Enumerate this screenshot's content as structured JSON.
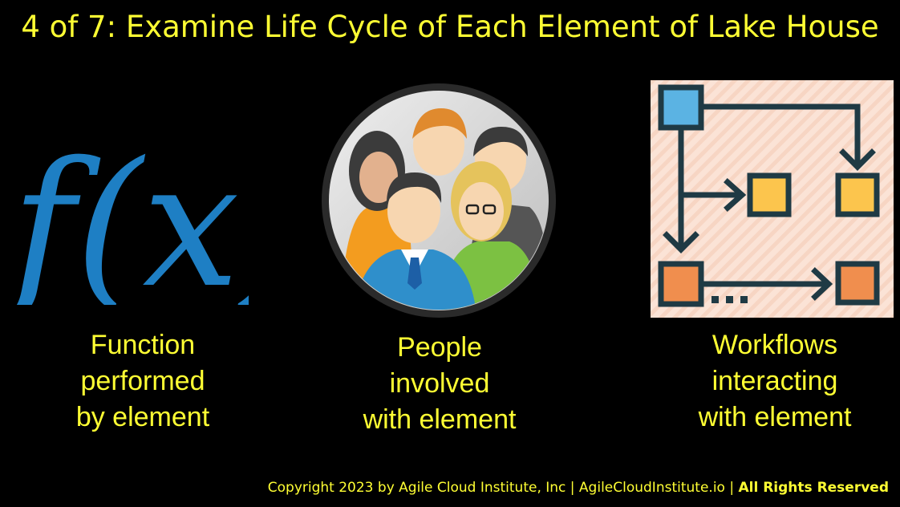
{
  "slide": {
    "title": "4 of 7: Examine Life Cycle of Each Element of Lake House",
    "colors": {
      "background": "#000000",
      "text": "#FFFF33",
      "fx_blue": "#1E7FC4",
      "workflow_bg": "#FBE3D6"
    }
  },
  "columns": [
    {
      "icon": "function-fx-icon",
      "caption_lines": [
        "Function",
        "performed",
        "by element"
      ]
    },
    {
      "icon": "people-group-icon",
      "caption_lines": [
        "People",
        "involved",
        "with element"
      ]
    },
    {
      "icon": "workflow-diagram-icon",
      "caption_lines": [
        "Workflows",
        "interacting",
        "with element"
      ]
    }
  ],
  "fx_label": "f(x)",
  "footer": {
    "copyright": "Copyright 2023 by Agile Cloud Institute, Inc | AgileCloudInstitute.io |",
    "rights": "All Rights Reserved"
  }
}
